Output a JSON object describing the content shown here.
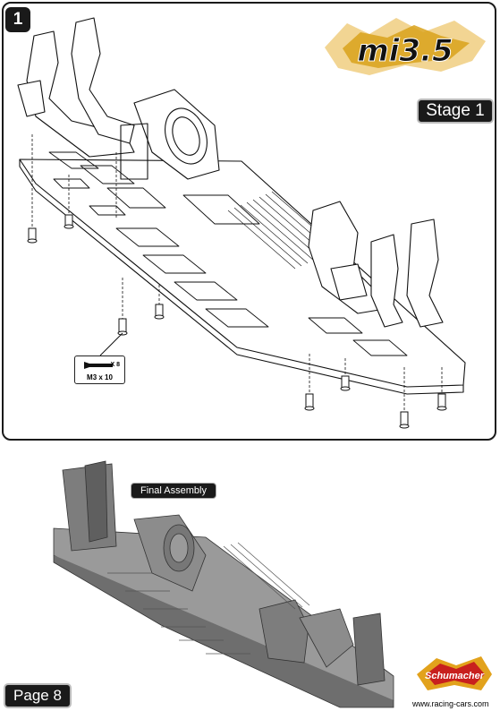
{
  "step": {
    "number": "1"
  },
  "logo": {
    "text": "mi3.5"
  },
  "stage": {
    "label": "Stage 1"
  },
  "screw_callout": {
    "quantity": "X 8",
    "size": "M3 x 10"
  },
  "final_assembly": {
    "label": "Final Assembly"
  },
  "page": {
    "label": "Page 8"
  },
  "brand": {
    "name": "Schumacher",
    "website": "www.racing-cars.com"
  },
  "colors": {
    "badge": "#1a1a1a",
    "logo_gold": "#d9a21b",
    "render_gray": "#8a8a8a"
  }
}
